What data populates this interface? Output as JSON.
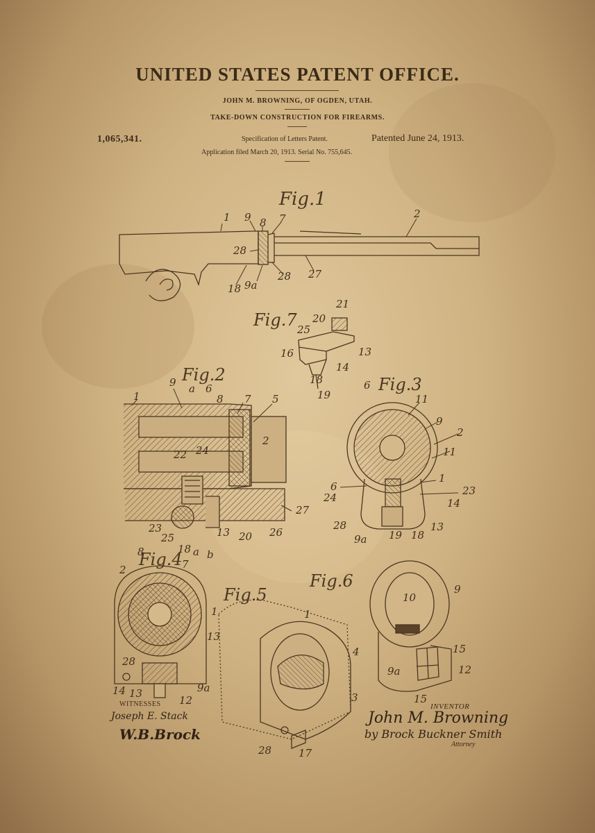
{
  "header": {
    "office": "UNITED STATES PATENT OFFICE.",
    "inventor_line": "JOHN M. BROWNING, OF OGDEN, UTAH.",
    "invention_title": "TAKE-DOWN CONSTRUCTION FOR FIREARMS.",
    "patent_number": "1,065,341.",
    "specification": "Specification of Letters Patent.",
    "patented": "Patented June 24, 1913.",
    "application": "Application filed March 20, 1913.   Serial No. 755,645."
  },
  "figures": {
    "fig1": "Fig.1",
    "fig2": "Fig.2",
    "fig3": "Fig.3",
    "fig4": "Fig.4",
    "fig5": "Fig.5",
    "fig6": "Fig.6",
    "fig7": "Fig.7"
  },
  "signatures": {
    "witnesses_label": "WITNESSES",
    "witness_1": "Joseph E. Stack",
    "witness_2": "W.B.Brock",
    "inventor_label": "INVENTOR",
    "inventor_name": "John M. Browning",
    "attorney_name": "by Brock Buckner Smith",
    "attorney_label": "Attorney"
  },
  "colors": {
    "ink": "#3a2a18",
    "paper": "#d4b98a"
  }
}
